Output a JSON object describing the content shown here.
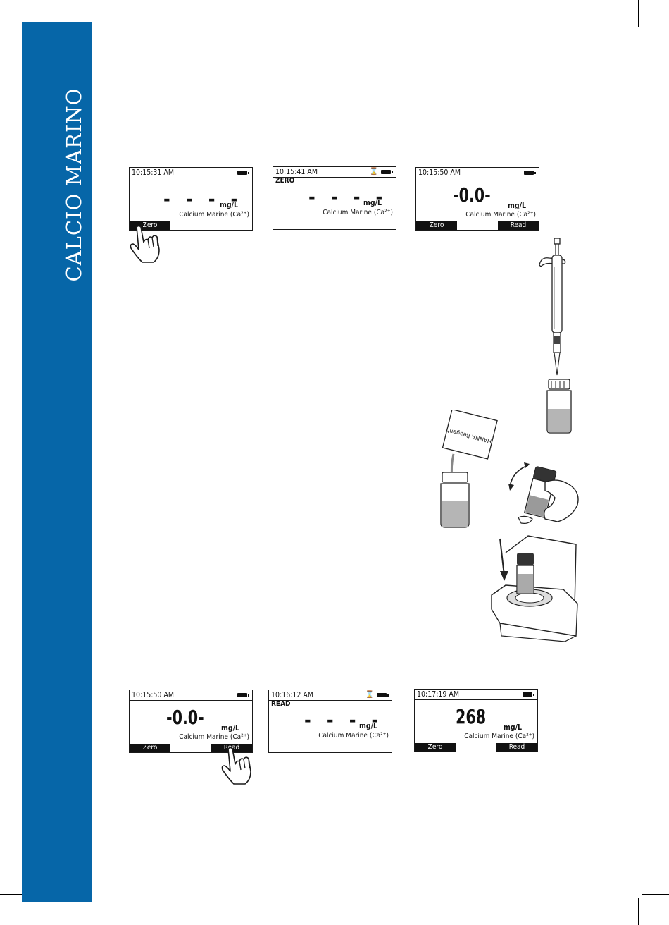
{
  "sidebar": {
    "title": "CALCIO MARINO"
  },
  "screens_top": [
    {
      "time": "10:15:31 AM",
      "value": "- - - -",
      "unit": "mg/L",
      "param": "Calcium Marine (Ca²⁺)",
      "left_key": "Zero"
    },
    {
      "time": "10:15:41 AM",
      "mode": "ZERO",
      "value": "- - - -",
      "unit": "mg/L",
      "param": "Calcium Marine (Ca²⁺)"
    },
    {
      "time": "10:15:50 AM",
      "value": "-0.0-",
      "unit": "mg/L",
      "param": "Calcium Marine (Ca²⁺)",
      "left_key": "Zero",
      "right_key": "Read"
    }
  ],
  "screens_bottom": [
    {
      "time": "10:15:50 AM",
      "value": "-0.0-",
      "unit": "mg/L",
      "param": "Calcium Marine (Ca²⁺)",
      "left_key": "Zero",
      "right_key": "Read"
    },
    {
      "time": "10:16:12 AM",
      "mode": "READ",
      "value": "- - - -",
      "unit": "mg/L",
      "param": "Calcium Marine (Ca²⁺)"
    },
    {
      "time": "10:17:19 AM",
      "value": "268",
      "unit": "mg/L",
      "param": "Calcium Marine (Ca²⁺)",
      "left_key": "Zero",
      "right_key": "Read"
    }
  ],
  "packet_label": "HANNA Reagent"
}
